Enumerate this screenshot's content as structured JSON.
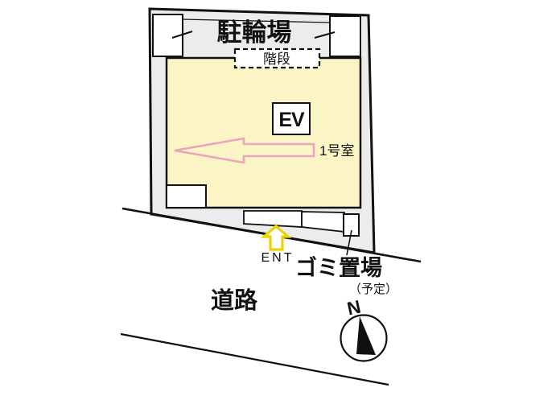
{
  "site_plan": {
    "title": "building-site-plan",
    "labels": {
      "bicycle_parking": "駐輪場",
      "stairs": "階段",
      "elevator": "EV",
      "room1": "1号室",
      "entrance": "ENT",
      "garbage": "ゴミ置場",
      "garbage_note": "（予定）",
      "road": "道路",
      "north": "N"
    },
    "colors": {
      "building_fill": "#fbf4c5",
      "lot_fill": "#ececec",
      "room_arrow_stroke": "#eaa6bc",
      "entrance_arrow_stroke": "#edd100",
      "outline": "#111111",
      "background": "#ffffff"
    }
  }
}
